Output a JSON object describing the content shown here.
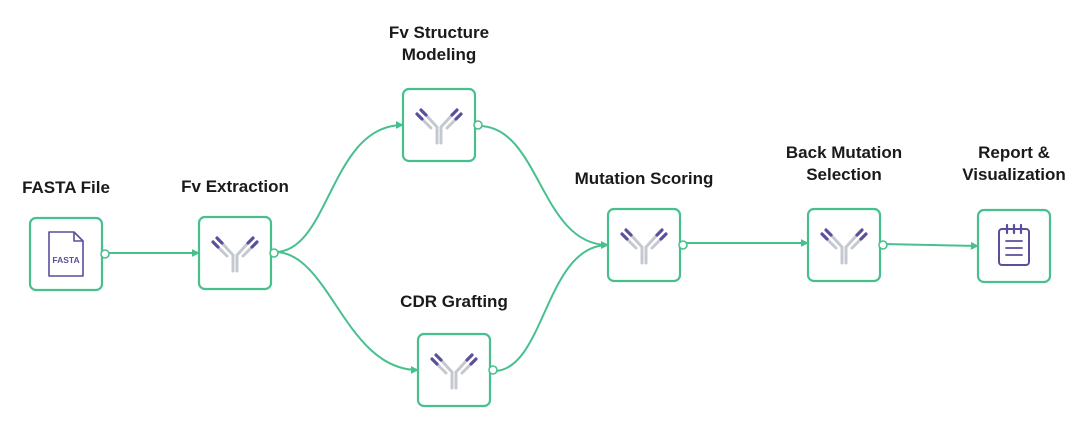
{
  "colors": {
    "edge": "#48c08e",
    "node_border": "#48c08e",
    "node_fill": "#ffffff",
    "antibody_body": "#c4c8cf",
    "antibody_tip": "#5a4f9c",
    "doc_icon": "#5a4f9c"
  },
  "nodes": [
    {
      "id": "fasta",
      "label_lines": [
        "FASTA File"
      ],
      "icon": "fasta-file-icon",
      "icon_text": "FASTA"
    },
    {
      "id": "fv_extraction",
      "label_lines": [
        "Fv Extraction"
      ],
      "icon": "antibody-icon"
    },
    {
      "id": "fv_structure",
      "label_lines": [
        "Fv Structure",
        "Modeling"
      ],
      "icon": "antibody-icon"
    },
    {
      "id": "cdr_grafting",
      "label_lines": [
        "CDR Grafting"
      ],
      "icon": "antibody-icon"
    },
    {
      "id": "mutation_scoring",
      "label_lines": [
        "Mutation Scoring"
      ],
      "icon": "antibody-icon"
    },
    {
      "id": "back_mutation",
      "label_lines": [
        "Back Mutation",
        "Selection"
      ],
      "icon": "antibody-icon"
    },
    {
      "id": "report",
      "label_lines": [
        "Report &",
        "Visualization"
      ],
      "icon": "clipboard-icon"
    }
  ],
  "edges": [
    {
      "from": "fasta",
      "to": "fv_extraction"
    },
    {
      "from": "fv_extraction",
      "to": "fv_structure"
    },
    {
      "from": "fv_extraction",
      "to": "cdr_grafting"
    },
    {
      "from": "fv_structure",
      "to": "mutation_scoring"
    },
    {
      "from": "cdr_grafting",
      "to": "mutation_scoring"
    },
    {
      "from": "mutation_scoring",
      "to": "back_mutation"
    },
    {
      "from": "back_mutation",
      "to": "report"
    }
  ]
}
